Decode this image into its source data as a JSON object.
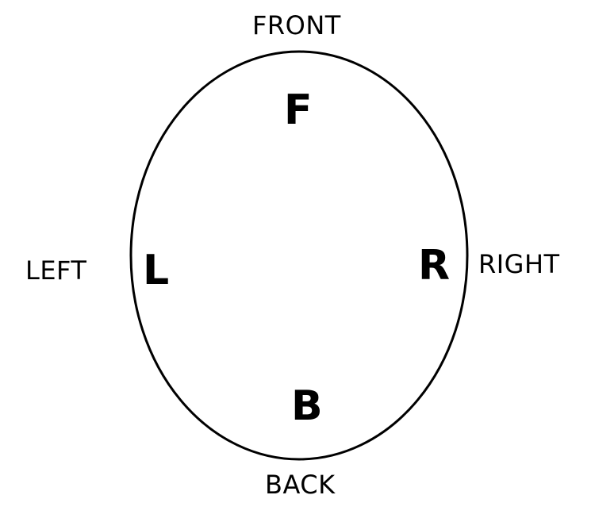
{
  "labels": {
    "front": "FRONT",
    "left": "LEFT",
    "right": "RIGHT",
    "back": "BACK"
  },
  "letters": {
    "front": "F",
    "left": "L",
    "right": "R",
    "back": "B"
  },
  "colors": {
    "stroke": "#000000",
    "text": "#000000",
    "background": "#ffffff"
  }
}
